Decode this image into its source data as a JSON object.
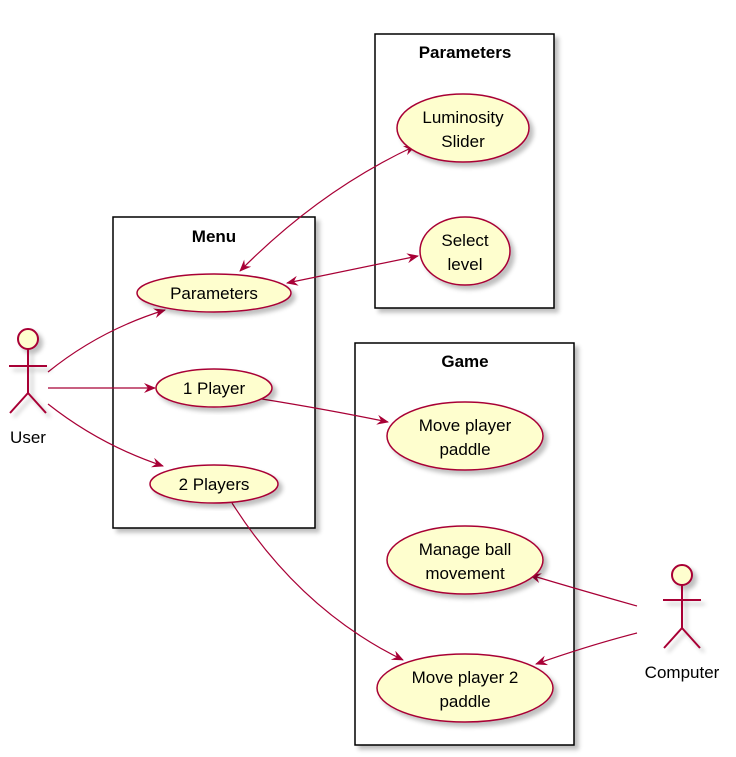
{
  "diagram": {
    "colors": {
      "box_fill": "#ffffff",
      "box_stroke": "#000000",
      "usecase_fill": "#fefece",
      "usecase_stroke": "#a80036",
      "arrow": "#a80036",
      "actor_fill": "#fefece",
      "actor_stroke": "#a80036",
      "shadow": "#c8c8c8"
    },
    "packages": {
      "parameters": {
        "title": "Parameters"
      },
      "menu": {
        "title": "Menu"
      },
      "game": {
        "title": "Game"
      }
    },
    "usecases": {
      "luminosity_slider": {
        "line1": "Luminosity",
        "line2": "Slider"
      },
      "select_level": {
        "line1": "Select",
        "line2": "level"
      },
      "parameters": {
        "label": "Parameters"
      },
      "one_player": {
        "label": "1 Player"
      },
      "two_players": {
        "label": "2 Players"
      },
      "move_player_paddle": {
        "line1": "Move player",
        "line2": "paddle"
      },
      "manage_ball_movement": {
        "line1": "Manage ball",
        "line2": "movement"
      },
      "move_player_2_paddle": {
        "line1": "Move player 2",
        "line2": "paddle"
      }
    },
    "actors": {
      "user": {
        "label": "User"
      },
      "computer": {
        "label": "Computer"
      }
    },
    "relations": [
      {
        "from": "user",
        "to": "parameters",
        "style": "arrow"
      },
      {
        "from": "user",
        "to": "one_player",
        "style": "arrow"
      },
      {
        "from": "user",
        "to": "two_players",
        "style": "arrow"
      },
      {
        "from": "parameters",
        "to": "luminosity_slider",
        "style": "bidirectional"
      },
      {
        "from": "parameters",
        "to": "select_level",
        "style": "bidirectional"
      },
      {
        "from": "one_player",
        "to": "move_player_paddle",
        "style": "arrow"
      },
      {
        "from": "two_players",
        "to": "move_player_2_paddle",
        "style": "arrow"
      },
      {
        "from": "computer",
        "to": "manage_ball_movement",
        "style": "arrow"
      },
      {
        "from": "computer",
        "to": "move_player_2_paddle",
        "style": "arrow"
      }
    ]
  }
}
